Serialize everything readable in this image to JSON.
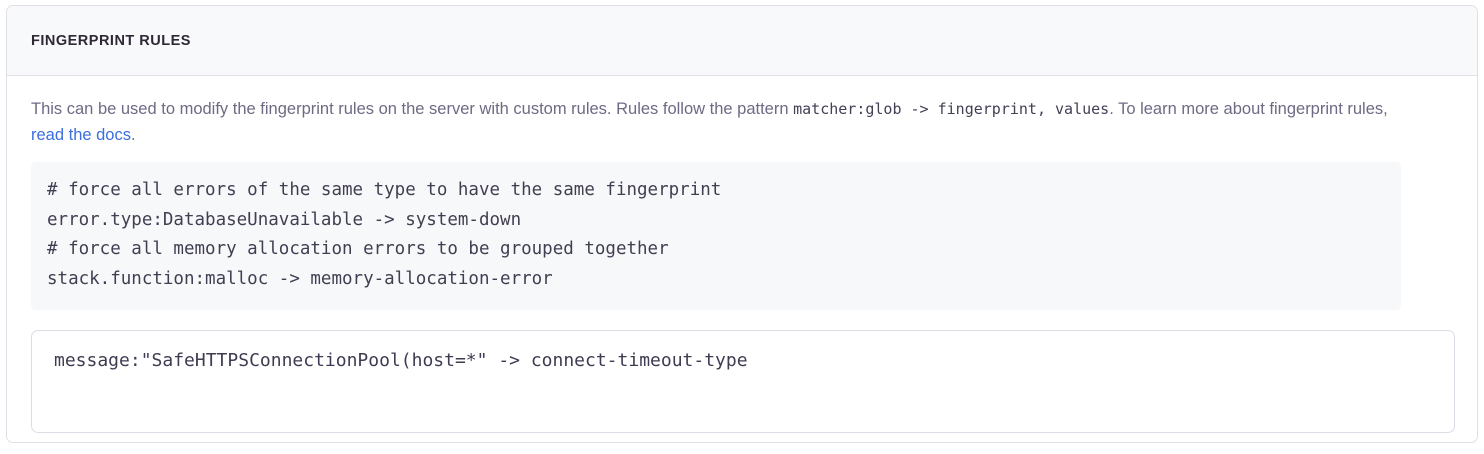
{
  "panel": {
    "title": "FINGERPRINT RULES",
    "description": {
      "before_code": "This can be used to modify the fingerprint rules on the server with custom rules. Rules follow the pattern ",
      "inline_code": "matcher:glob -> fingerprint, values",
      "after_code": ". To learn more about fingerprint rules, ",
      "link_label": "read the docs",
      "after_link": "."
    },
    "example_code": "# force all errors of the same type to have the same fingerprint\nerror.type:DatabaseUnavailable -> system-down\n# force all memory allocation errors to be grouped together\nstack.function:malloc -> memory-allocation-error",
    "rules_input": {
      "value": "message:\"SafeHTTPSConnectionPool(host=*\" -> connect-timeout-type",
      "placeholder": "matcher:glob -> fingerprint, values"
    }
  },
  "colors": {
    "link": "#3a6ee0",
    "header_bg": "#f8f9fb",
    "code_bg": "#f7f8fa",
    "border": "#e0dfe7",
    "title_text": "#2f2936",
    "body_text": "#6d6a84"
  }
}
